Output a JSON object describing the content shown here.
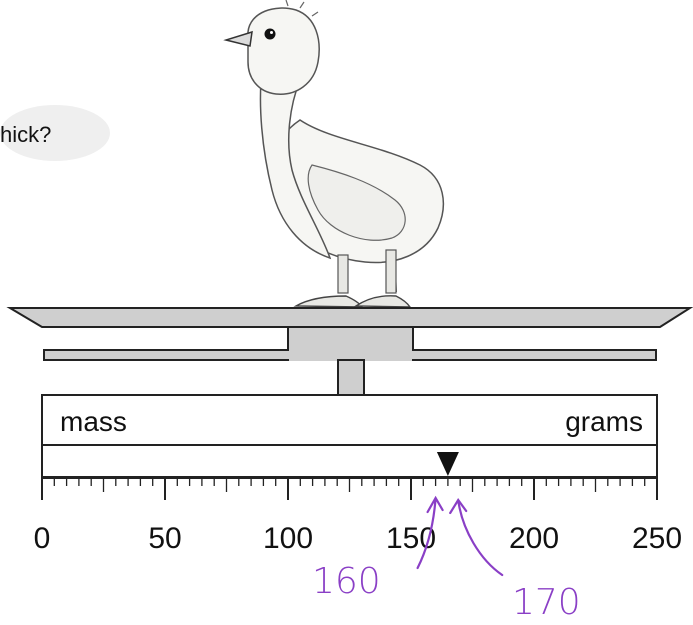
{
  "question_fragment": "hick?",
  "scale": {
    "left_label": "mass",
    "right_label": "grams",
    "ticks": [
      "0",
      "50",
      "100",
      "150",
      "200",
      "250"
    ],
    "range": [
      0,
      250
    ],
    "minor_step": 5,
    "pointer_value": 165
  },
  "annotations": {
    "lower": "160",
    "upper": "170",
    "lower_value": 160,
    "upper_value": 170,
    "color": "#8a3fc6"
  },
  "colors": {
    "pan_fill": "#cfcfcf",
    "outline": "#222222",
    "chick_fill": "#f6f6f3"
  }
}
